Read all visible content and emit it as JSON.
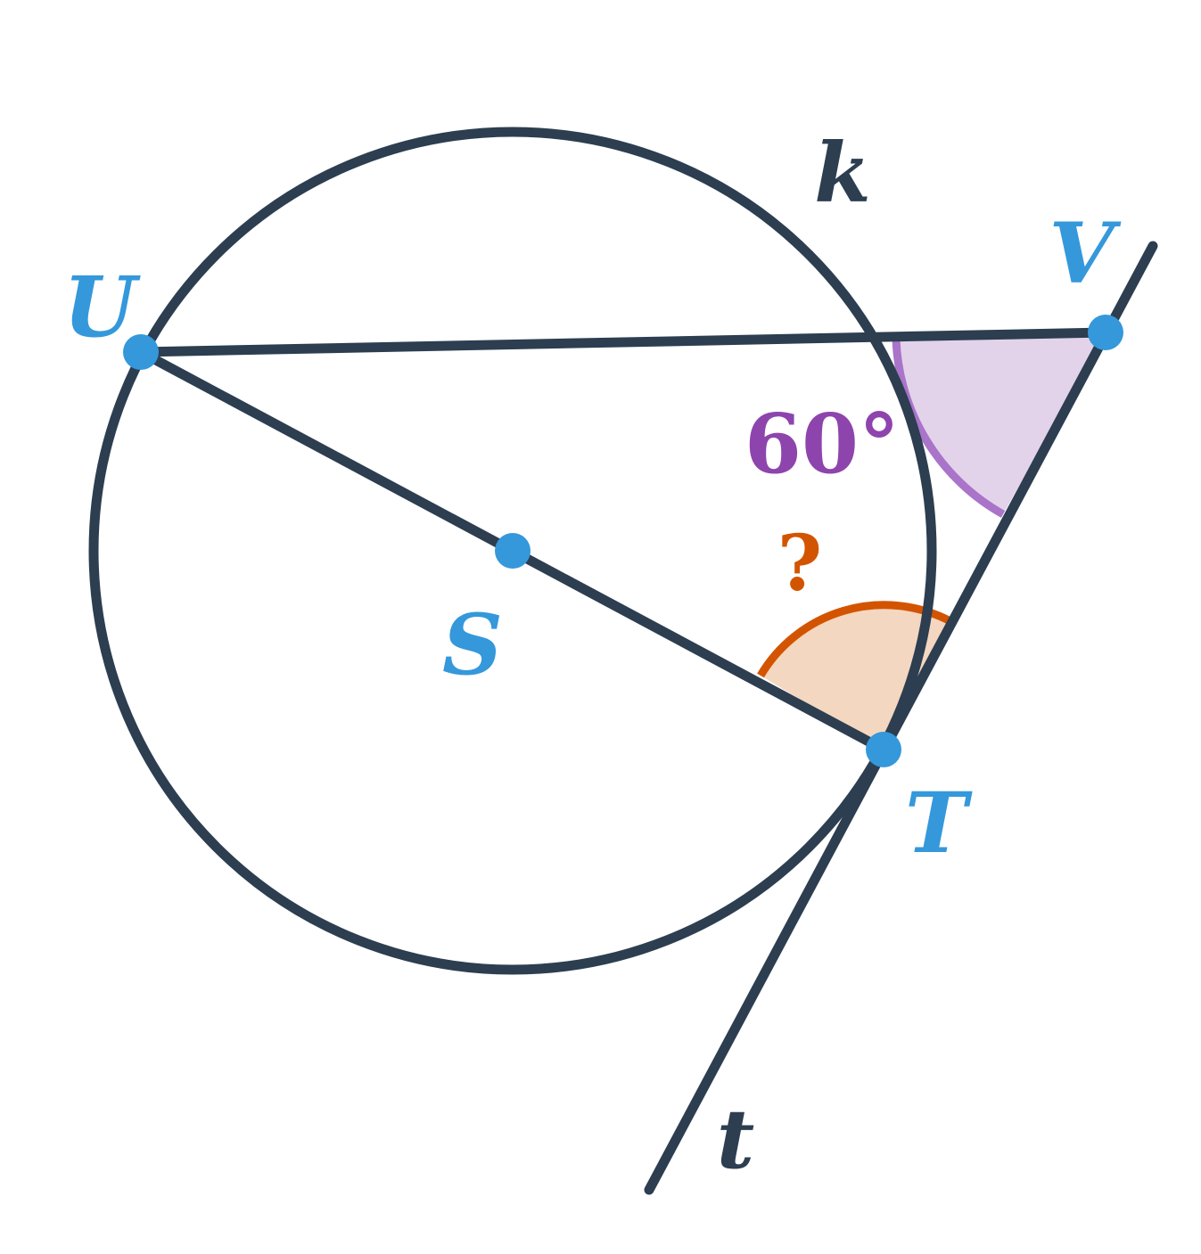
{
  "labels": {
    "circle": "k",
    "tangent": "t",
    "point_u": "U",
    "point_v": "V",
    "point_s": "S",
    "point_t": "T"
  },
  "angles": {
    "known": "60°",
    "unknown": "?"
  },
  "colors": {
    "line": "#2c3e50",
    "point": "#3498db",
    "known_angle_stroke": "#9b59b6",
    "known_angle_fill": "#e2d3ea",
    "unknown_angle_stroke": "#d35400",
    "unknown_angle_fill": "#f4d7c0",
    "known_angle_text": "#8e44ad",
    "unknown_angle_text": "#d35400"
  }
}
